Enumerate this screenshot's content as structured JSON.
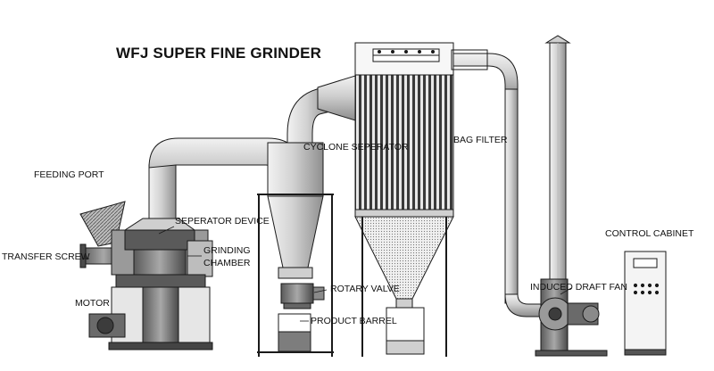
{
  "diagram": {
    "title": "WFJ SUPER FINE GRINDER",
    "labels": {
      "feeding_port": "FEEDING PORT",
      "transfer_screw": "TRANSFER SCREW",
      "motor": "MOTOR",
      "separator_device": "SEPERATOR DEVICE",
      "grinding_chamber_1": "GRINDING",
      "grinding_chamber_2": "CHAMBER",
      "cyclone_separator": "CYCLONE SEPERATOR",
      "rotary_valve": "ROTARY VALVE",
      "product_barrel": "PRODUCT BARREL",
      "bag_filter": "BAG FILTER",
      "induced_draft_fan": "INDUCED DRAFT FAN",
      "control_cabinet": "CONTROL CABINET"
    },
    "colors": {
      "line": "#1a1a1a",
      "pipe_fill": "#d9d9d9",
      "pipe_shade": "#9a9a9a",
      "machine_fill": "#8a8a8a",
      "machine_dark": "#3c3c3c",
      "powder": "#7d7d7d",
      "background": "#ffffff"
    }
  }
}
